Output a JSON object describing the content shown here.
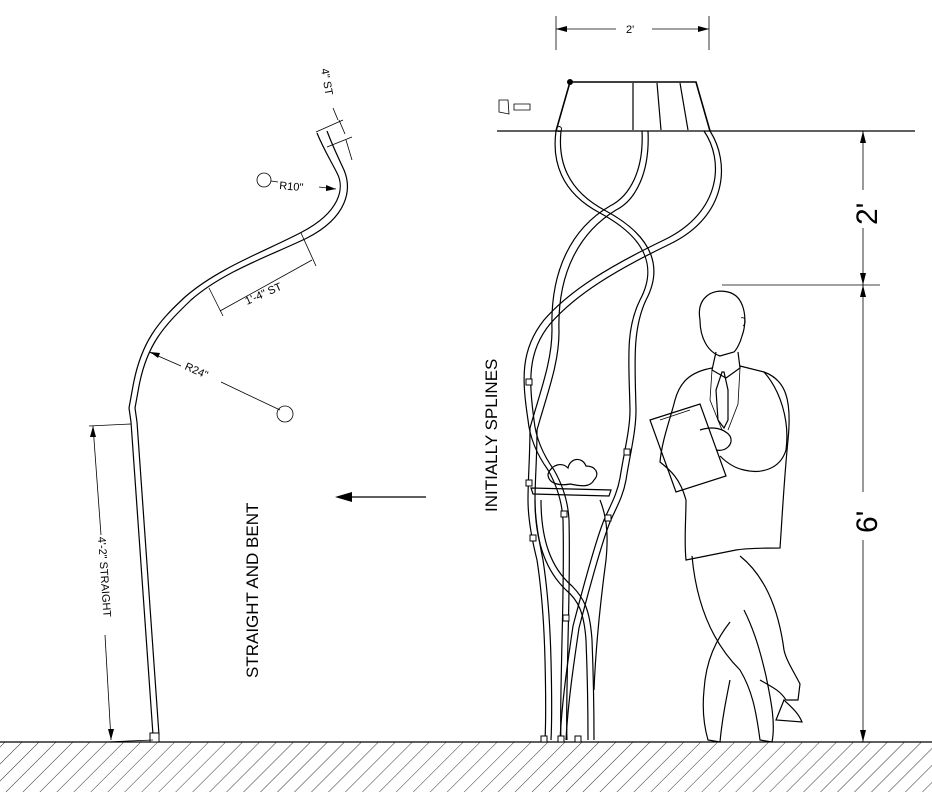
{
  "labels": {
    "straight_and_bent": "STRAIGHT AND BENT",
    "initially_splines": "INITIALLY SPLINES",
    "straight_4ft2": "4'-2\" STRAIGHT",
    "radius_24": "R24\"",
    "straight_1ft4": "1'-4\" ST",
    "radius_10": "R10\"",
    "straight_4in": "4\" ST",
    "width_2ft": "2'",
    "height_2ft": "2'",
    "height_6ft": "6'"
  },
  "colors": {
    "line": "#000000",
    "background": "#ffffff"
  }
}
